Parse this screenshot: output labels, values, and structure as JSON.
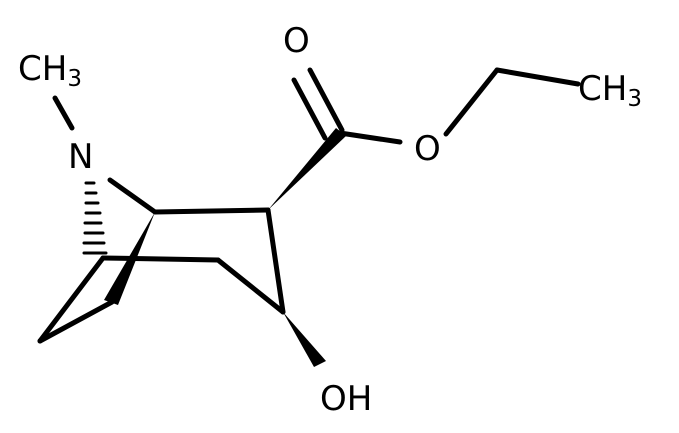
{
  "molecule": {
    "atoms": {
      "oxygen_carbonyl": "O",
      "oxygen_ester": "O",
      "methyl_ch3": "CH",
      "methyl_ch3_sub": "3",
      "nitrogen": "N",
      "methyl_n_ch": "CH",
      "methyl_n_sub": "3",
      "hydroxyl": "OH"
    },
    "colors": {
      "bond": "#000000",
      "label": "#000000",
      "background": "#ffffff"
    }
  }
}
